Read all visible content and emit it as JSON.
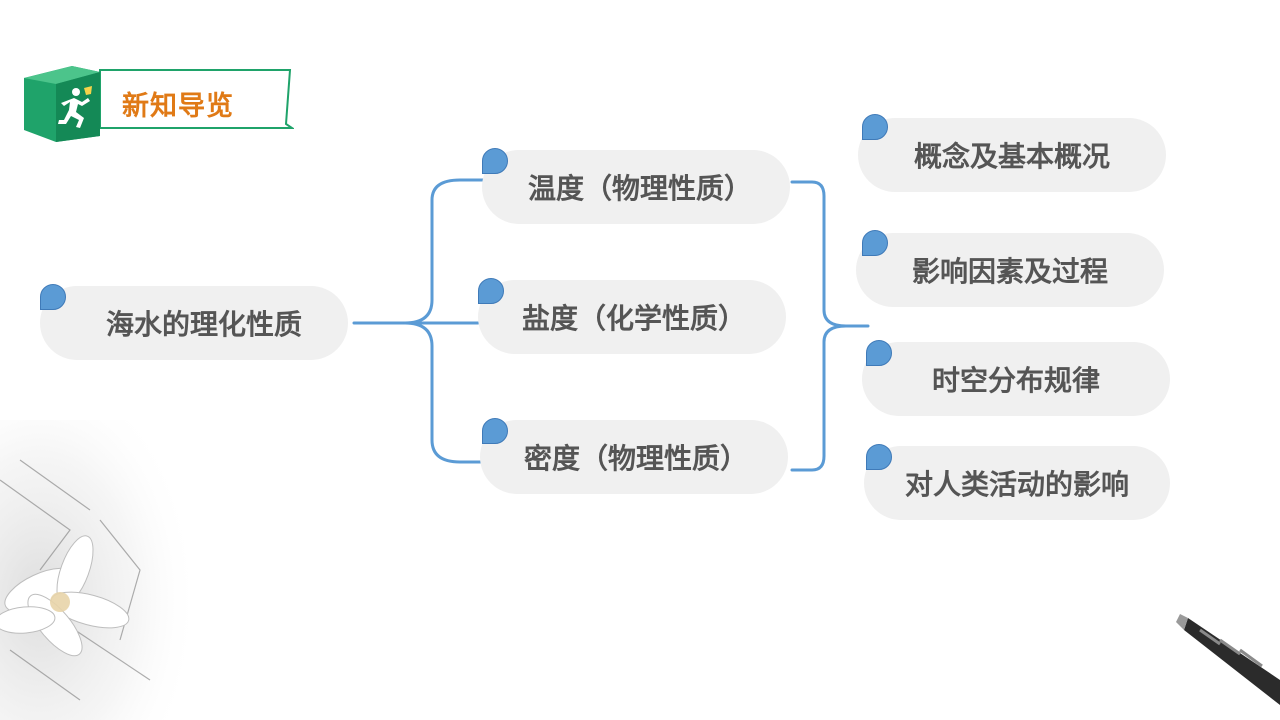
{
  "header": {
    "title": "新知导览",
    "icon": "running-figure-icon",
    "colors": {
      "badge_green": "#1fa36a",
      "title_orange": "#e07a16"
    }
  },
  "diagram": {
    "root": {
      "label": "海水的理化性质"
    },
    "properties": [
      {
        "label": "温度（物理性质）"
      },
      {
        "label": "盐度（化学性质）"
      },
      {
        "label": "密度（物理性质）"
      }
    ],
    "aspects": [
      {
        "label": "概念及基本概况"
      },
      {
        "label": "影响因素及过程"
      },
      {
        "label": "时空分布规律"
      },
      {
        "label": "对人类活动的影响"
      }
    ],
    "colors": {
      "connector": "#5b9bd5",
      "node_bg": "#f0f0f0",
      "node_text": "#555555",
      "drop": "#5b9bd5"
    }
  }
}
